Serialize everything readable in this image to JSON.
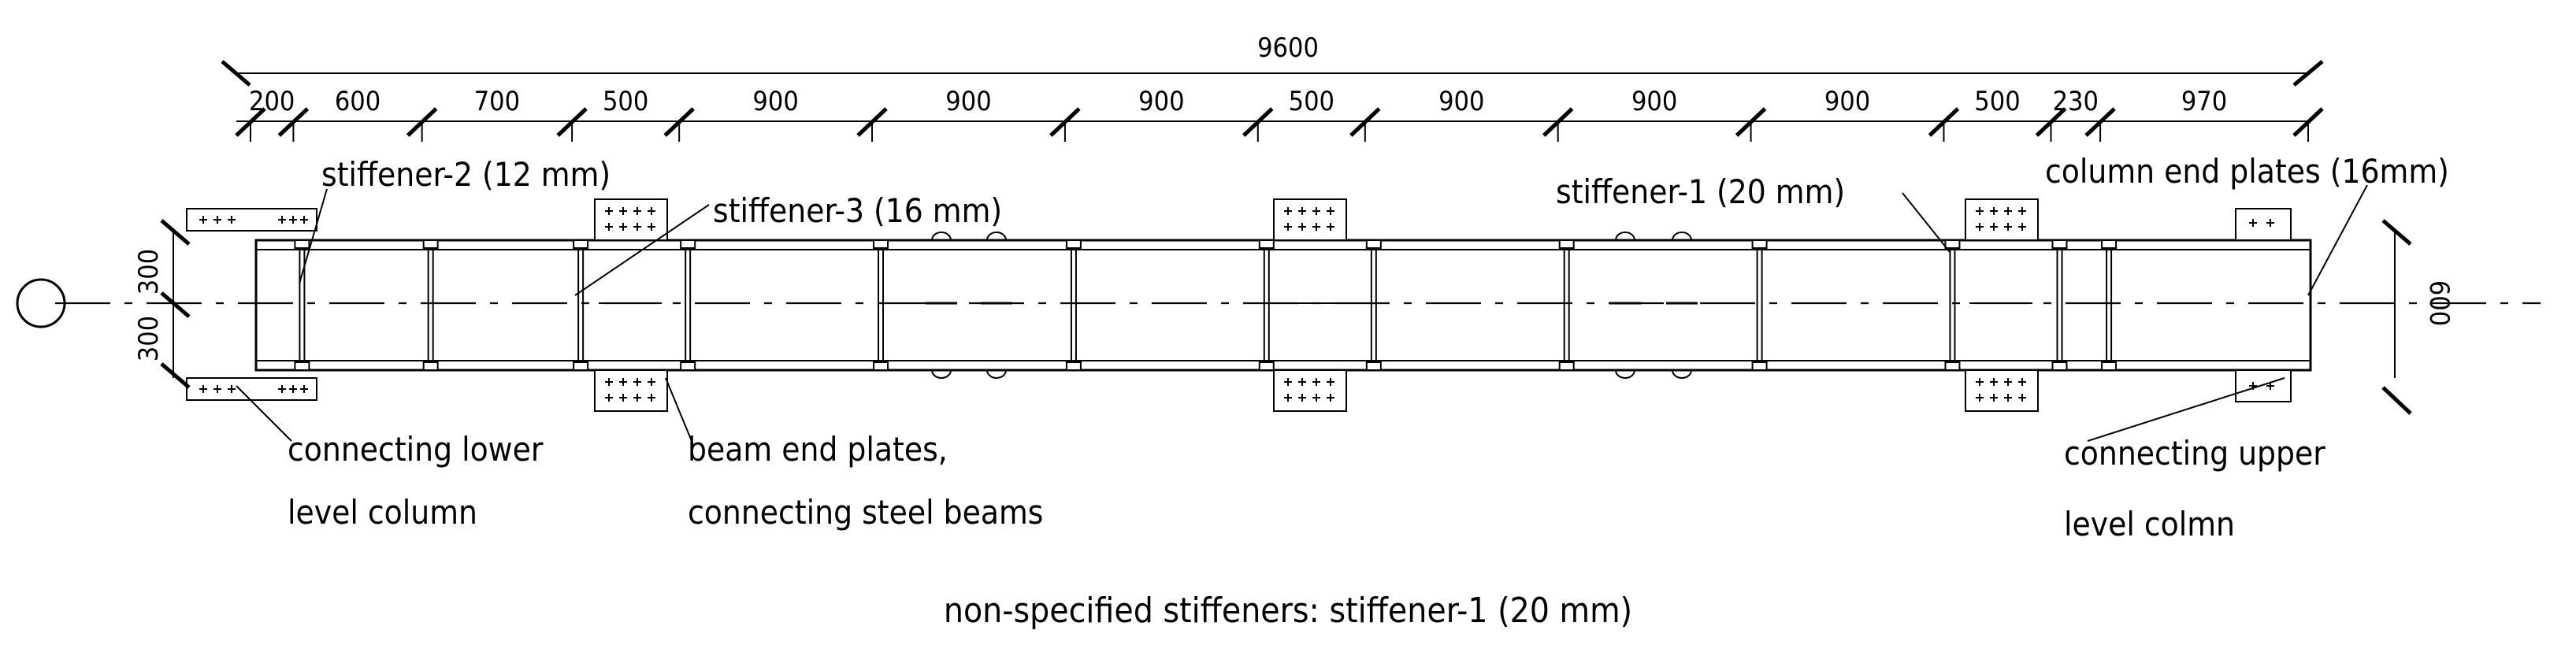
{
  "overall_dimension": "9600",
  "segment_dimensions": [
    "200",
    "600",
    "700",
    "500",
    "900",
    "900",
    "900",
    "500",
    "900",
    "900",
    "900",
    "500",
    "230",
    "970"
  ],
  "depth_dimensions": {
    "left_upper": "300",
    "left_lower": "300",
    "right": "600"
  },
  "labels": {
    "stiffener_2": "stiffener-2 (12 mm)",
    "stiffener_3": "stiffener-3 (16 mm)",
    "stiffener_1": "stiffener-1 (20 mm)",
    "column_end_plates": "column end plates (16mm)",
    "lower_column_line1": "connecting lower",
    "lower_column_line2": "level column",
    "beam_end_plates_line1": "beam end plates,",
    "beam_end_plates_line2": "connecting steel beams",
    "upper_column_line1": "connecting upper",
    "upper_column_line2": "level colmn"
  },
  "note": "non-specified stiffeners: stiffener-1 (20 mm)"
}
